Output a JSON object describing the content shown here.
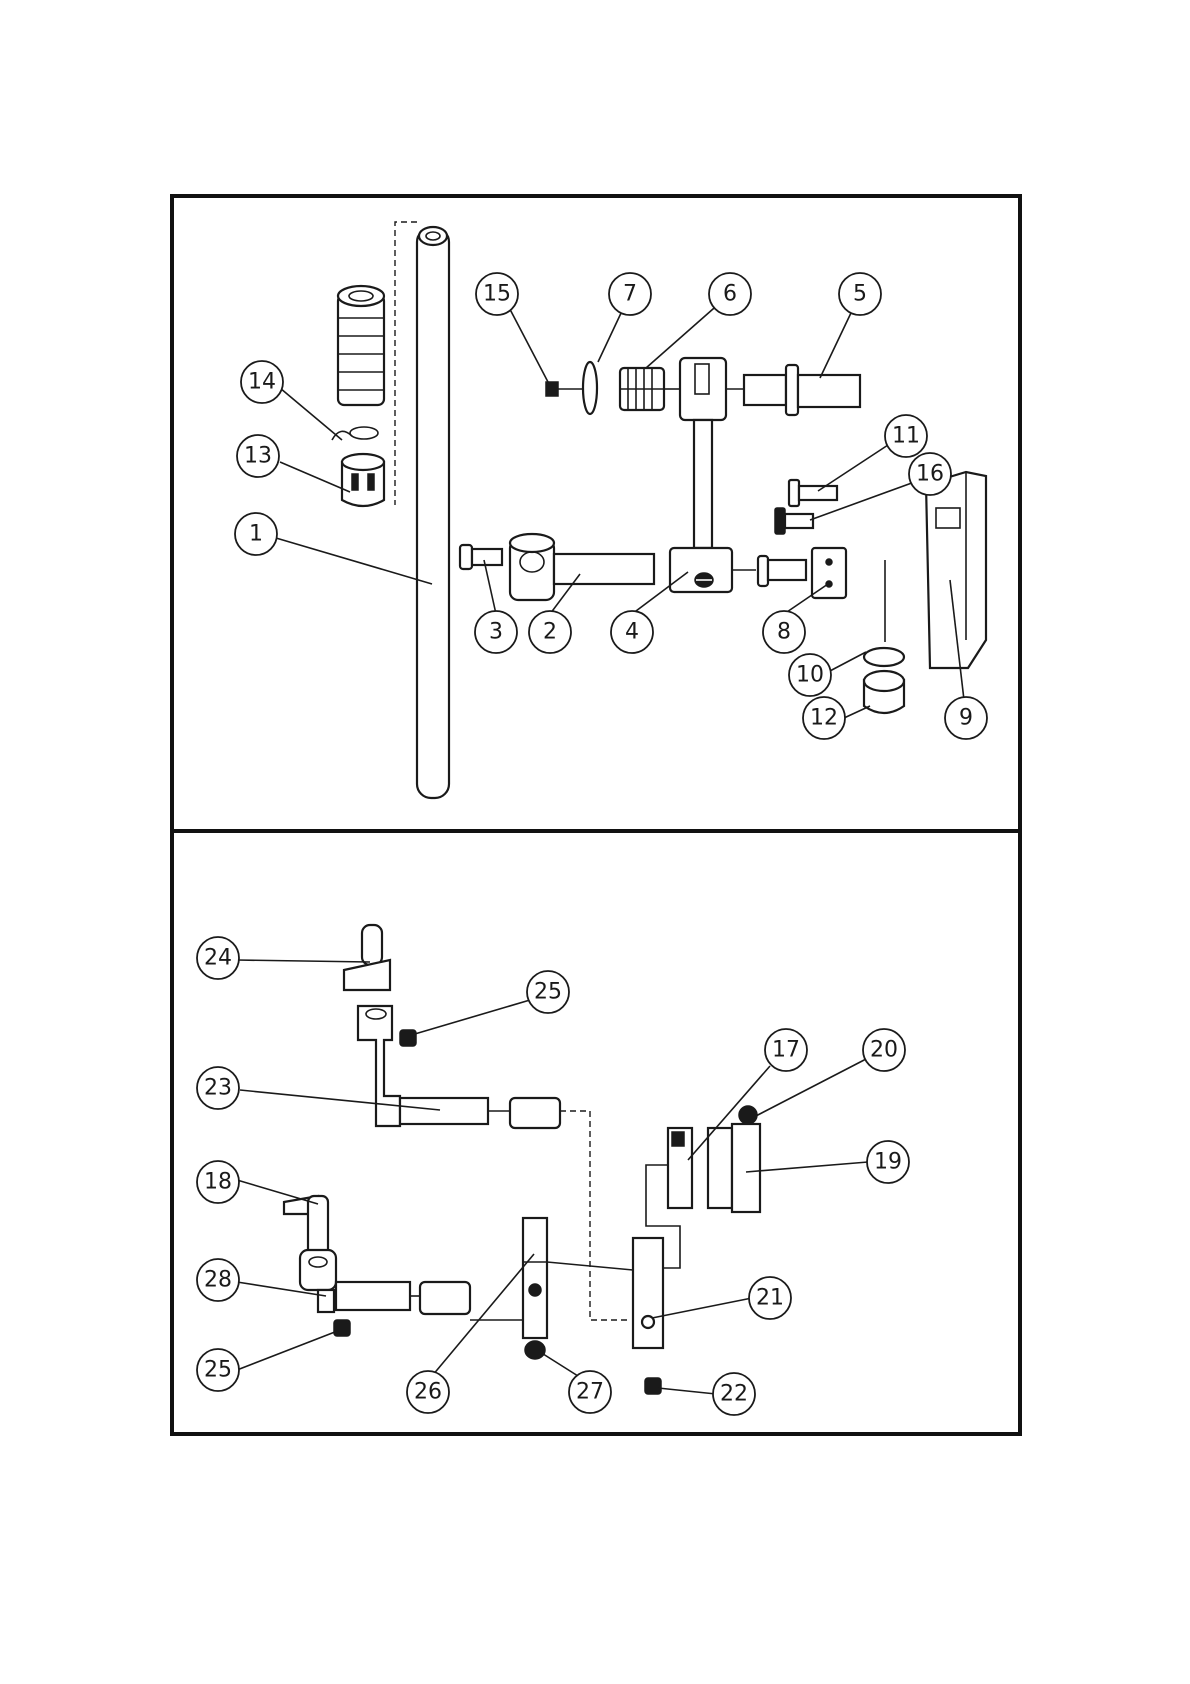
{
  "callouts_top": [
    "15",
    "7",
    "6",
    "5",
    "14",
    "13",
    "1",
    "11",
    "16",
    "3",
    "2",
    "4",
    "8",
    "10",
    "12",
    "9"
  ],
  "callouts_bottom": [
    "24",
    "25",
    "23",
    "17",
    "20",
    "19",
    "18",
    "28",
    "25",
    "21",
    "26",
    "27",
    "22"
  ]
}
